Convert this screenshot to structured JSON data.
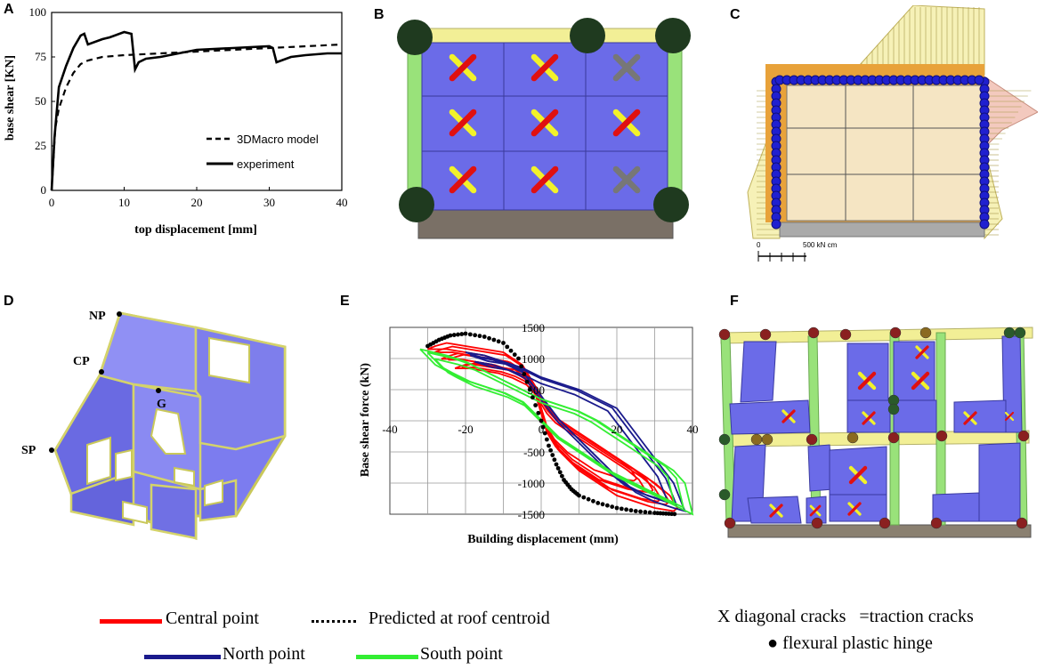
{
  "panels": {
    "a": "A",
    "b": "B",
    "c": "C",
    "d": "D",
    "e": "E",
    "f": "F"
  },
  "chart_data": [
    {
      "type": "line",
      "panel": "A",
      "xlabel": "top displacement [mm]",
      "ylabel": "base shear [KN]",
      "xlim": [
        0,
        40
      ],
      "ylim": [
        0,
        100
      ],
      "xticks": [
        "0",
        "10",
        "20",
        "30",
        "40"
      ],
      "yticks": [
        "0",
        "25",
        "50",
        "75",
        "100"
      ],
      "grid": false,
      "legend_position": "bottom-right",
      "series": [
        {
          "name": "3DMacro model",
          "style": "dashed",
          "color": "#000000",
          "x": [
            0,
            0.5,
            1,
            2,
            3,
            4,
            5,
            7,
            10,
            15,
            20,
            25,
            30,
            35,
            40
          ],
          "y": [
            0,
            35,
            46,
            58,
            66,
            71,
            73,
            75,
            76,
            77,
            78,
            79,
            80,
            81,
            82
          ]
        },
        {
          "name": "experiment",
          "style": "solid",
          "color": "#000000",
          "x": [
            0,
            0.4,
            1,
            2,
            3,
            4,
            4.5,
            5,
            7,
            8,
            10,
            11,
            11.5,
            12,
            13,
            15,
            20,
            25,
            30,
            30.5,
            31,
            33,
            35,
            38,
            40
          ],
          "y": [
            0,
            30,
            58,
            70,
            80,
            87,
            88,
            82,
            85,
            86,
            89,
            88,
            68,
            72,
            74,
            75,
            79,
            80,
            81,
            80,
            72,
            75,
            76,
            77,
            77
          ]
        }
      ]
    },
    {
      "type": "line",
      "panel": "E",
      "xlabel": "Building displacement (mm)",
      "ylabel": "Base shear force (kN)",
      "xlim": [
        -40,
        40
      ],
      "ylim": [
        -1500,
        1500
      ],
      "xticks": [
        "-40",
        "-20",
        "0",
        "20",
        "40"
      ],
      "yticks": [
        "1500",
        "1000",
        "500",
        "-500",
        "-1000",
        "-1500"
      ],
      "grid": true,
      "legend_position": "bottom",
      "series": [
        {
          "name": "Central point",
          "style": "solid",
          "color": "#ff0000",
          "x": [
            -30,
            -28,
            -25,
            -20,
            -15,
            -10,
            -5,
            -2,
            0,
            2,
            5,
            10,
            15,
            20,
            25,
            30,
            35,
            36,
            34,
            30,
            25,
            20,
            15,
            10,
            5,
            2,
            0,
            -2,
            -5,
            -10,
            -15,
            -20,
            -25,
            -30
          ],
          "y": [
            1150,
            1200,
            1250,
            1200,
            1150,
            1100,
            900,
            600,
            200,
            -200,
            -500,
            -800,
            -1000,
            -1200,
            -1300,
            -1400,
            -1450,
            -1400,
            -1200,
            -1000,
            -800,
            -600,
            -400,
            -200,
            0,
            200,
            400,
            600,
            800,
            950,
            1050,
            1100,
            1150,
            1150
          ]
        },
        {
          "name": "North point",
          "style": "solid",
          "color": "#1a1a8c",
          "x": [
            -20,
            -15,
            -10,
            -5,
            0,
            5,
            10,
            15,
            20,
            25,
            30,
            35,
            38,
            35,
            30,
            25,
            20,
            15,
            10,
            5,
            0,
            -5,
            -10,
            -15,
            -20
          ],
          "y": [
            1100,
            1050,
            950,
            800,
            400,
            0,
            -300,
            -600,
            -900,
            -1150,
            -1300,
            -1400,
            -1450,
            -1000,
            -600,
            -200,
            200,
            350,
            500,
            600,
            700,
            850,
            950,
            1000,
            1100
          ]
        },
        {
          "name": "South point",
          "style": "solid",
          "color": "#33ee33",
          "x": [
            -32,
            -28,
            -25,
            -20,
            -15,
            -10,
            -5,
            0,
            5,
            10,
            15,
            20,
            25,
            30,
            35,
            40,
            38,
            35,
            30,
            25,
            20,
            15,
            10,
            5,
            0,
            -5,
            -10,
            -15,
            -20,
            -25,
            -32
          ],
          "y": [
            1150,
            900,
            800,
            650,
            550,
            450,
            300,
            0,
            -300,
            -500,
            -700,
            -900,
            -1050,
            -1200,
            -1350,
            -1500,
            -1000,
            -800,
            -600,
            -400,
            -200,
            0,
            150,
            250,
            350,
            500,
            650,
            800,
            950,
            1050,
            1150
          ]
        },
        {
          "name": "Predicted at roof centroid",
          "style": "dotted",
          "color": "#000000",
          "x": [
            -30,
            -27,
            -24,
            -20,
            -15,
            -10,
            -6,
            -3,
            0,
            2,
            4,
            6,
            8,
            10,
            15,
            20,
            25,
            30,
            33,
            36
          ],
          "y": [
            1200,
            1300,
            1370,
            1400,
            1350,
            1250,
            1000,
            500,
            0,
            -400,
            -700,
            -950,
            -1100,
            -1200,
            -1320,
            -1400,
            -1450,
            -1480,
            -1490,
            -1500
          ]
        }
      ]
    }
  ],
  "panel_a_legend": {
    "model": "3DMacro model",
    "experiment": "experiment"
  },
  "panel_c_scale": {
    "zero": "0",
    "unit": "500 kN cm"
  },
  "panel_d_labels": {
    "np": "NP",
    "cp": "CP",
    "g": "G",
    "sp": "SP"
  },
  "legend": {
    "central": "Central point",
    "predicted": "Predicted at roof centroid",
    "north": "North point",
    "south": "South point",
    "cracks": "X diagonal cracks   =traction cracks",
    "hinge": "● flexural plastic hinge"
  },
  "colors": {
    "wall": "#6b6be8",
    "column": "#99e27a",
    "beam": "#f2ef96",
    "hinge": "#1f3a1f",
    "crack_red": "#e01010",
    "crack_yellow": "#f2f22a",
    "crack_grey": "#777777",
    "foundation": "#7a7066",
    "central": "#ff0000",
    "north": "#1a1a8c",
    "south": "#33ee33",
    "frame_orange": "#e8a23a"
  }
}
